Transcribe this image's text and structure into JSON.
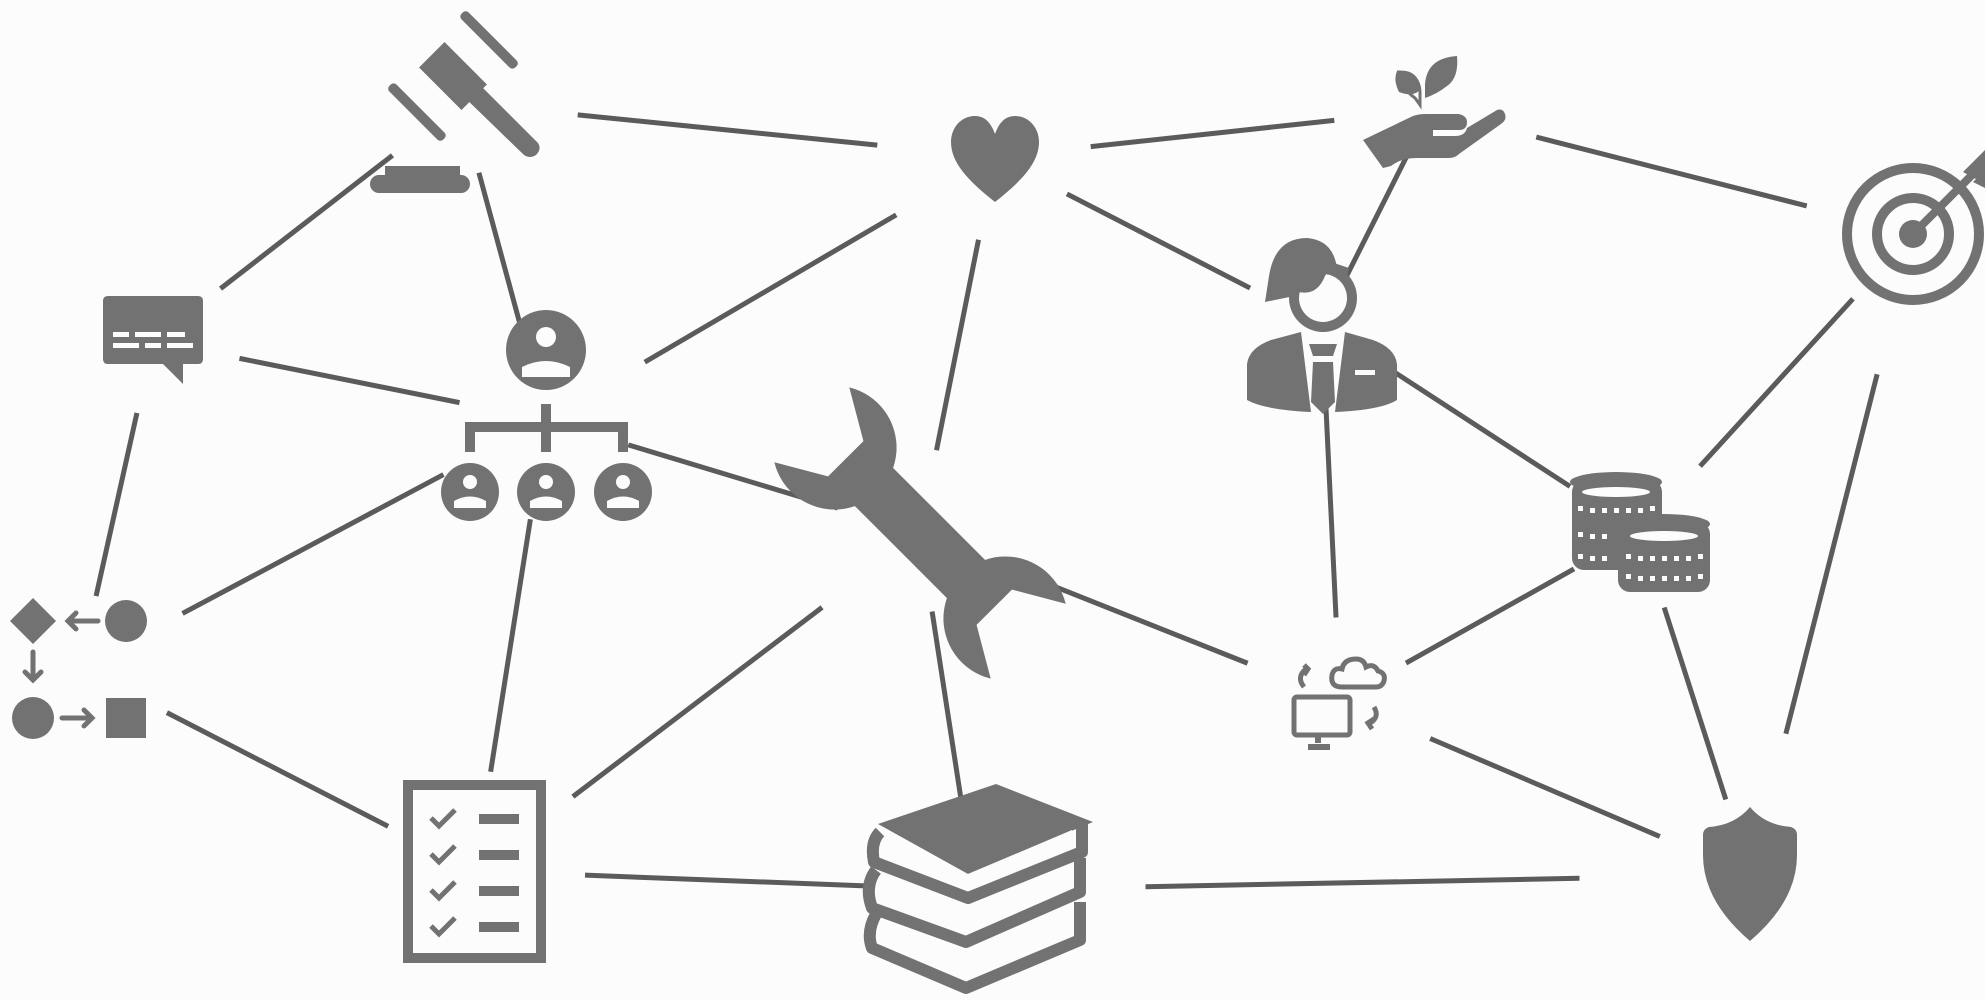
{
  "colors": {
    "icon": "#727272",
    "connector": "#5b5b5b",
    "background": "#fcfcfc"
  },
  "nodes": [
    {
      "id": "gavel",
      "icon": "gavel-icon"
    },
    {
      "id": "heart",
      "icon": "heart-icon"
    },
    {
      "id": "plant",
      "icon": "hand-plant-icon"
    },
    {
      "id": "target",
      "icon": "target-icon"
    },
    {
      "id": "chat",
      "icon": "chat-bubble-icon"
    },
    {
      "id": "org",
      "icon": "org-chart-icon"
    },
    {
      "id": "wrench",
      "icon": "wrench-icon"
    },
    {
      "id": "manager",
      "icon": "businessman-icon"
    },
    {
      "id": "coins",
      "icon": "coins-icon"
    },
    {
      "id": "flow",
      "icon": "flowchart-icon"
    },
    {
      "id": "cloud",
      "icon": "cloud-computer-icon"
    },
    {
      "id": "checklist",
      "icon": "checklist-icon"
    },
    {
      "id": "books",
      "icon": "books-icon"
    },
    {
      "id": "shield",
      "icon": "shield-icon"
    }
  ],
  "connections": [
    {
      "from": "gavel",
      "to": "chat"
    },
    {
      "from": "gavel",
      "to": "heart"
    },
    {
      "from": "gavel",
      "to": "org"
    },
    {
      "from": "heart",
      "to": "plant"
    },
    {
      "from": "heart",
      "to": "org"
    },
    {
      "from": "heart",
      "to": "wrench"
    },
    {
      "from": "heart",
      "to": "manager"
    },
    {
      "from": "plant",
      "to": "manager"
    },
    {
      "from": "plant",
      "to": "target"
    },
    {
      "from": "chat",
      "to": "org"
    },
    {
      "from": "chat",
      "to": "flow"
    },
    {
      "from": "org",
      "to": "flow"
    },
    {
      "from": "org",
      "to": "wrench"
    },
    {
      "from": "org",
      "to": "checklist"
    },
    {
      "from": "manager",
      "to": "coins"
    },
    {
      "from": "manager",
      "to": "cloud"
    },
    {
      "from": "target",
      "to": "coins"
    },
    {
      "from": "target",
      "to": "shield"
    },
    {
      "from": "wrench",
      "to": "checklist"
    },
    {
      "from": "wrench",
      "to": "books"
    },
    {
      "from": "wrench",
      "to": "cloud"
    },
    {
      "from": "coins",
      "to": "cloud"
    },
    {
      "from": "coins",
      "to": "shield"
    },
    {
      "from": "cloud",
      "to": "shield"
    },
    {
      "from": "flow",
      "to": "checklist"
    },
    {
      "from": "checklist",
      "to": "books"
    },
    {
      "from": "books",
      "to": "shield"
    }
  ]
}
